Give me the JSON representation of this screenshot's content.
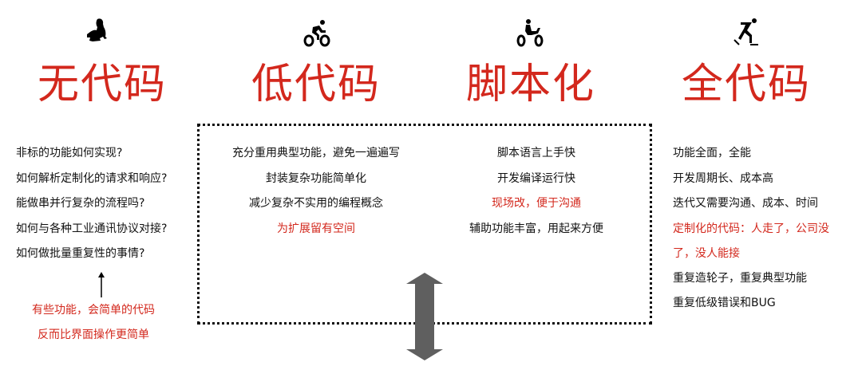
{
  "columns": [
    {
      "title": "无代码",
      "icon": "baby-crawling-icon"
    },
    {
      "title": "低代码",
      "icon": "bicycle-icon"
    },
    {
      "title": "脚本化",
      "icon": "motorcycle-icon"
    },
    {
      "title": "全代码",
      "icon": "skater-icon"
    }
  ],
  "no_code": {
    "items": [
      "非标的功能如何实现?",
      "如何解析定制化的请求和响应?",
      "能做串并行复杂的流程吗?",
      "如何与各种工业通讯协议对接?",
      "如何做批量重复性的事情?"
    ],
    "note": [
      "有些功能，会简单的代码",
      "反而比界面操作更简单"
    ]
  },
  "low_code": {
    "items": [
      "充分重用典型功能，避免一遍遍写",
      "封装复杂功能简单化",
      "减少复杂不实用的编程概念",
      "为扩展留有空间"
    ]
  },
  "script": {
    "items": [
      "脚本语言上手快",
      "开发编译运行快",
      "现场改，便于沟通",
      "辅助功能丰富，用起来方便"
    ]
  },
  "full_code": {
    "items": [
      "功能全面，全能",
      "开发周期长、成本高",
      "迭代又需要沟通、成本、时间",
      "定制化的代码：人走了，公司没",
      "了，没人能接",
      "重复造轮子，重复典型功能",
      "重复低级错误和BUG"
    ]
  },
  "colors": {
    "accent": "#d3281d",
    "arrow": "#5f5f5f"
  }
}
